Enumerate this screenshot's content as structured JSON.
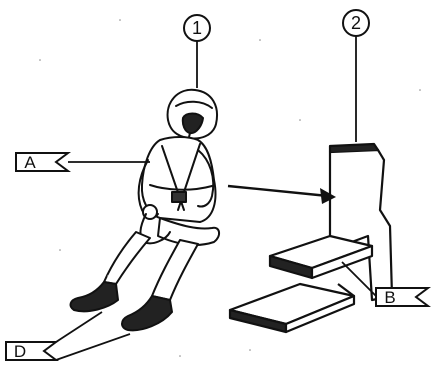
{
  "callouts": {
    "one": "1",
    "two": "2"
  },
  "tags": {
    "a": "A",
    "b": "B",
    "d": "D"
  },
  "colors": {
    "ink": "#111111",
    "background": "#ffffff"
  }
}
